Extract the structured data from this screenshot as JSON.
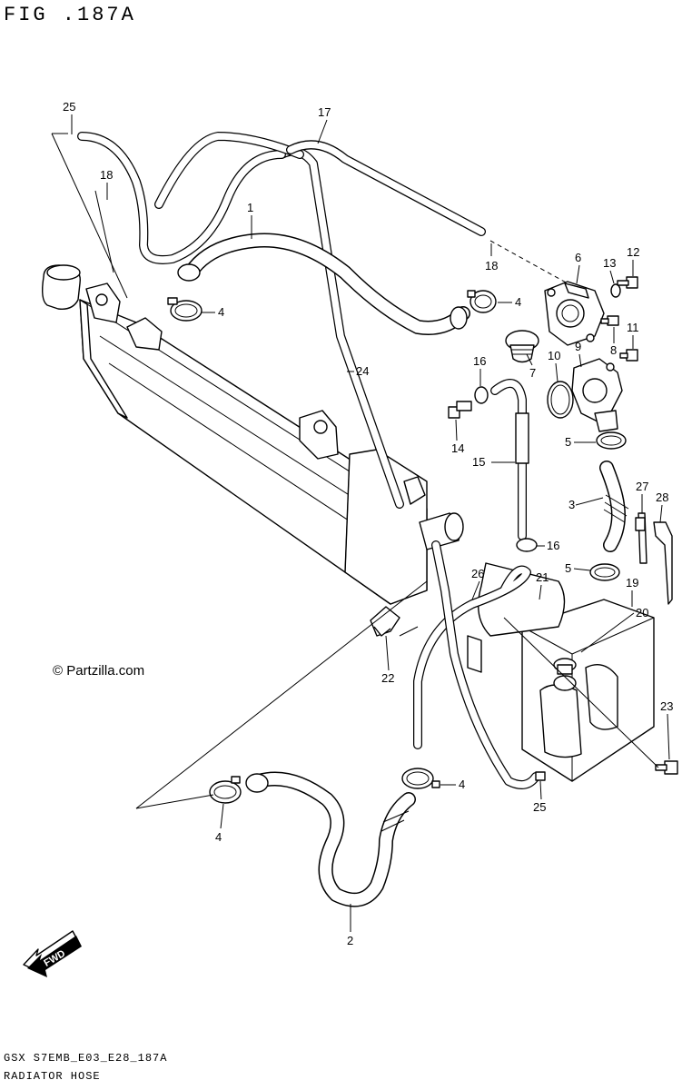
{
  "figure": {
    "title": "FIG .187A",
    "code": "GSX S7EMB_E03_E28_187A",
    "name": "RADIATOR HOSE",
    "watermark": "© Partzilla.com"
  },
  "callouts": [
    {
      "id": "c25a",
      "label": "25"
    },
    {
      "id": "c17",
      "label": "17"
    },
    {
      "id": "c18a",
      "label": "18"
    },
    {
      "id": "c1",
      "label": "1"
    },
    {
      "id": "c4a",
      "label": "4"
    },
    {
      "id": "c18b",
      "label": "18"
    },
    {
      "id": "c6",
      "label": "6"
    },
    {
      "id": "c13",
      "label": "13"
    },
    {
      "id": "c12",
      "label": "12"
    },
    {
      "id": "c4b",
      "label": "4"
    },
    {
      "id": "c11",
      "label": "11"
    },
    {
      "id": "c8",
      "label": "8"
    },
    {
      "id": "c10",
      "label": "10"
    },
    {
      "id": "c9",
      "label": "9"
    },
    {
      "id": "c24",
      "label": "24"
    },
    {
      "id": "c16a",
      "label": "16"
    },
    {
      "id": "c7",
      "label": "7"
    },
    {
      "id": "c14",
      "label": "14"
    },
    {
      "id": "c5a",
      "label": "5"
    },
    {
      "id": "c15",
      "label": "15"
    },
    {
      "id": "c27",
      "label": "27"
    },
    {
      "id": "c28",
      "label": "28"
    },
    {
      "id": "c3",
      "label": "3"
    },
    {
      "id": "c16b",
      "label": "16"
    },
    {
      "id": "c5b",
      "label": "5"
    },
    {
      "id": "c26",
      "label": "26"
    },
    {
      "id": "c21",
      "label": "21"
    },
    {
      "id": "c19",
      "label": "19"
    },
    {
      "id": "c20",
      "label": "20"
    },
    {
      "id": "c22",
      "label": "22"
    },
    {
      "id": "c23",
      "label": "23"
    },
    {
      "id": "c4c",
      "label": "4"
    },
    {
      "id": "c25b",
      "label": "25"
    },
    {
      "id": "c4d",
      "label": "4"
    },
    {
      "id": "c2",
      "label": "2"
    }
  ],
  "fwd_label": "FWD"
}
